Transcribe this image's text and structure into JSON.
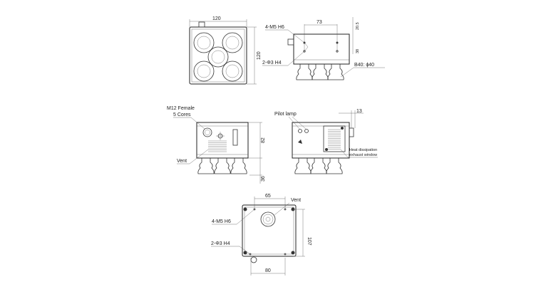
{
  "top_view": {
    "width_dim": "120",
    "height_dim": "120"
  },
  "side_view": {
    "spacing_dim": "73",
    "top_offset_dim": "20.5",
    "hole_dim": "38",
    "thread_label": "4-M5 H6",
    "pin_label": "2-Φ3 H4",
    "cup_label": "B40: ϕ40"
  },
  "front_view": {
    "connector_label_1": "M12 Female",
    "connector_label_2": "5 Cores",
    "vent_label": "Vent",
    "height_dim": "82",
    "cup_height_dim": "36"
  },
  "rear_view": {
    "lamp_label": "Pilot lamp",
    "connector_dim": "13",
    "heat_label_1": "Heat dissipation",
    "heat_label_2": "exhaust window"
  },
  "bottom_view": {
    "spacing_dim": "65",
    "vent_label": "Vent",
    "thread_label": "4-M5 H6",
    "pin_label": "2-Φ3 H4",
    "height_dim": "107",
    "width_dim": "80"
  }
}
